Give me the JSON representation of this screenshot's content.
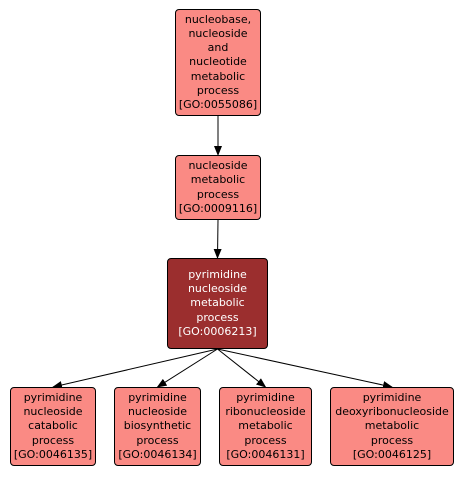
{
  "colors": {
    "node_fill": "#fa8a84",
    "highlight_fill": "#9b2e2e",
    "edge": "#000000"
  },
  "nodes": [
    {
      "id": "GO:0055086",
      "lines": [
        "nucleobase,",
        "nucleoside",
        "and",
        "nucleotide",
        "metabolic",
        "process",
        "[GO:0055086]"
      ],
      "highlight": false
    },
    {
      "id": "GO:0009116",
      "lines": [
        "nucleoside",
        "metabolic",
        "process",
        "[GO:0009116]"
      ],
      "highlight": false
    },
    {
      "id": "GO:0006213",
      "lines": [
        "pyrimidine",
        "nucleoside",
        "metabolic",
        "process",
        "[GO:0006213]"
      ],
      "highlight": true
    },
    {
      "id": "GO:0046135",
      "lines": [
        "pyrimidine",
        "nucleoside",
        "catabolic",
        "process",
        "[GO:0046135]"
      ],
      "highlight": false
    },
    {
      "id": "GO:0046134",
      "lines": [
        "pyrimidine",
        "nucleoside",
        "biosynthetic",
        "process",
        "[GO:0046134]"
      ],
      "highlight": false
    },
    {
      "id": "GO:0046131",
      "lines": [
        "pyrimidine",
        "ribonucleoside",
        "metabolic",
        "process",
        "[GO:0046131]"
      ],
      "highlight": false
    },
    {
      "id": "GO:0046125",
      "lines": [
        "pyrimidine",
        "deoxyribonucleoside",
        "metabolic",
        "process",
        "[GO:0046125]"
      ],
      "highlight": false
    }
  ],
  "edges": [
    {
      "from": "GO:0055086",
      "to": "GO:0009116"
    },
    {
      "from": "GO:0009116",
      "to": "GO:0006213"
    },
    {
      "from": "GO:0006213",
      "to": "GO:0046135"
    },
    {
      "from": "GO:0006213",
      "to": "GO:0046134"
    },
    {
      "from": "GO:0006213",
      "to": "GO:0046131"
    },
    {
      "from": "GO:0006213",
      "to": "GO:0046125"
    }
  ]
}
